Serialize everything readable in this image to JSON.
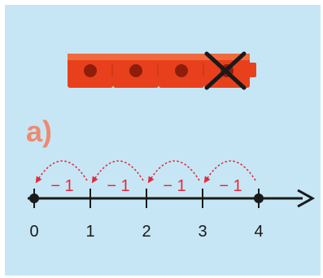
{
  "part_label": "a)",
  "cubes": {
    "count": 4,
    "crossed_out_index": 3,
    "cube_color": "#e8401c",
    "cross_color": "#1a1a1a"
  },
  "number_line": {
    "ticks": [
      "0",
      "1",
      "2",
      "3",
      "4"
    ],
    "marked_points": [
      0,
      4
    ],
    "jumps": [
      {
        "from": 4,
        "to": 3,
        "label": "− 1"
      },
      {
        "from": 3,
        "to": 2,
        "label": "− 1"
      },
      {
        "from": 2,
        "to": 1,
        "label": "− 1"
      },
      {
        "from": 1,
        "to": 0,
        "label": "− 1"
      }
    ],
    "jump_color": "#e8283c",
    "axis_color": "#1a1a1a"
  }
}
